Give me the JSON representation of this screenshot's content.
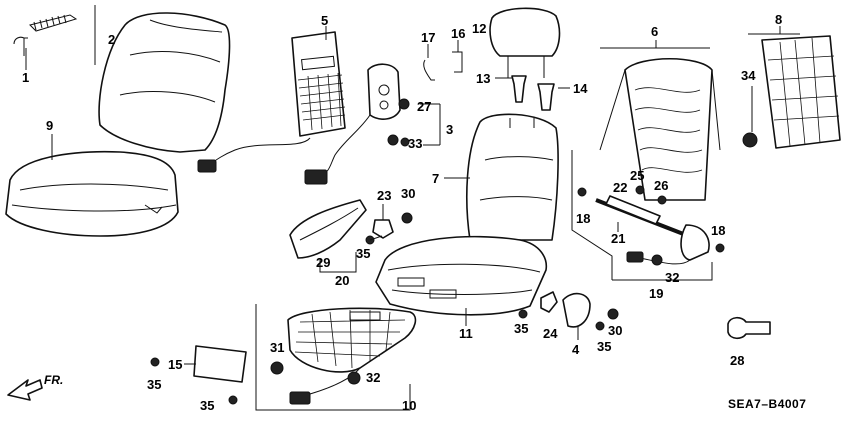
{
  "diagram": {
    "code": "SEA7–B4007",
    "direction_label": "FR.",
    "callouts": [
      "1",
      "2",
      "3",
      "4",
      "5",
      "6",
      "7",
      "8",
      "9",
      "10",
      "11",
      "12",
      "13",
      "14",
      "15",
      "16",
      "17",
      "18",
      "18",
      "19",
      "20",
      "21",
      "22",
      "23",
      "24",
      "25",
      "26",
      "27",
      "28",
      "29",
      "30",
      "30",
      "31",
      "32",
      "32",
      "33",
      "34",
      "35",
      "35",
      "35",
      "35",
      "35"
    ]
  }
}
